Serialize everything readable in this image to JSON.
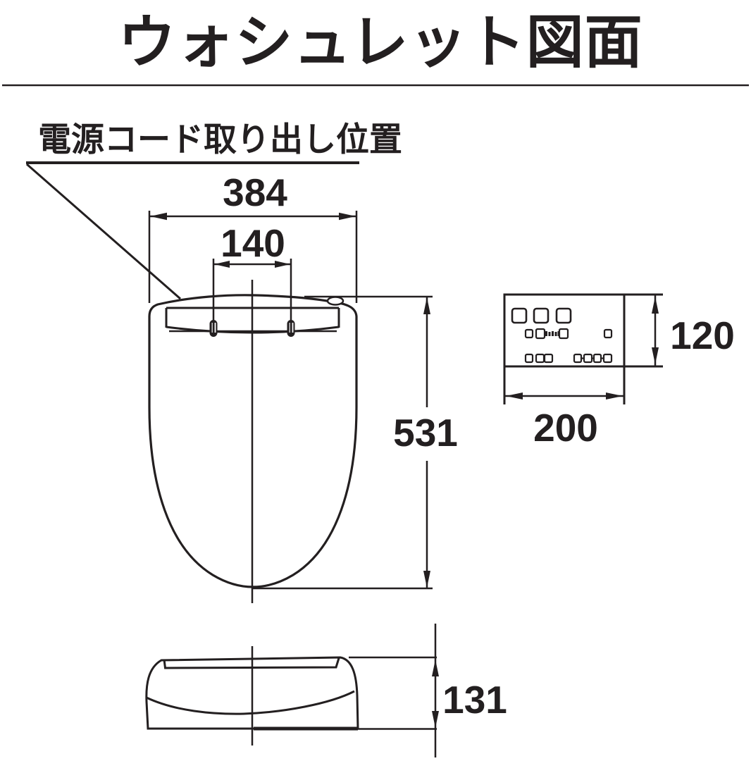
{
  "page": {
    "title": "ウォシュレット図面"
  },
  "annotation": {
    "power_cord_label": "電源コード取り出し位置"
  },
  "dimensions": {
    "overall_width_mm": "384",
    "mount_pitch_mm": "140",
    "overall_depth_mm": "531",
    "remote_width_mm": "200",
    "remote_height_mm": "120",
    "overall_height_mm": "131"
  },
  "colors": {
    "ink": "#231f20",
    "background": "#ffffff"
  }
}
